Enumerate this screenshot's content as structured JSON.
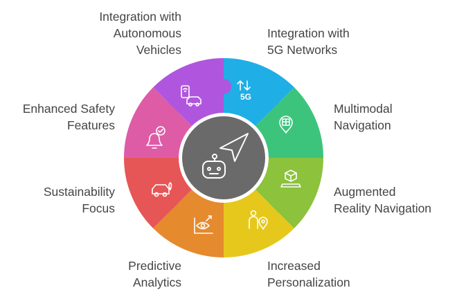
{
  "segments": [
    {
      "id": "integration-5g",
      "label": "Integration with\n5G Networks",
      "color": "#1faee6",
      "icon": "5g-signal-icon",
      "icon_text": "5G"
    },
    {
      "id": "multimodal-navigation",
      "label": "Multimodal\nNavigation",
      "color": "#3cc47c",
      "icon": "map-pin-icon"
    },
    {
      "id": "augmented-reality-navigation",
      "label": "Augmented\nReality Navigation",
      "color": "#8cc23c",
      "icon": "ar-cube-icon"
    },
    {
      "id": "increased-personalization",
      "label": "Increased\nPersonalization",
      "color": "#e6c81c",
      "icon": "person-location-icon"
    },
    {
      "id": "predictive-analytics",
      "label": "Predictive\nAnalytics",
      "color": "#e68a2e",
      "icon": "eye-chart-icon"
    },
    {
      "id": "sustainability-focus",
      "label": "Sustainability\nFocus",
      "color": "#e65656",
      "icon": "eco-car-icon"
    },
    {
      "id": "enhanced-safety-features",
      "label": "Enhanced Safety\nFeatures",
      "color": "#de5ca6",
      "icon": "bell-check-icon"
    },
    {
      "id": "integration-autonomous-vehicles",
      "label": "Integration with\nAutonomous\nVehicles",
      "color": "#b056de",
      "icon": "phone-car-icon"
    }
  ],
  "hub": {
    "color": "#6a6a6a",
    "icons": [
      "navigation-arrow-icon",
      "robot-icon"
    ]
  },
  "label_color": "#444444"
}
